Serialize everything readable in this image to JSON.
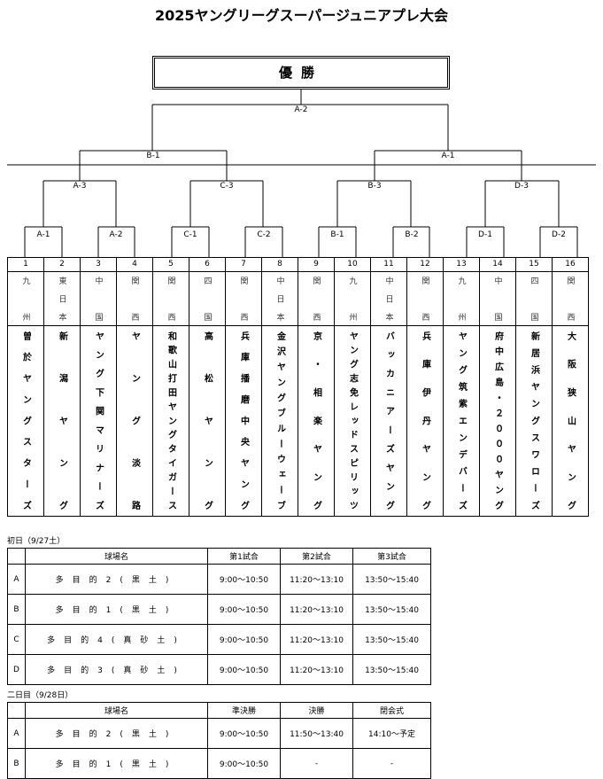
{
  "title": "2025ヤングリーグスーパージュニアプレ大会",
  "champion": "優勝",
  "bracket": {
    "final": "A-2",
    "semis": [
      "B-1",
      "A-1"
    ],
    "quarters": [
      "A-3",
      "C-3",
      "B-3",
      "D-3"
    ],
    "first_round": [
      "A-1",
      "A-2",
      "C-1",
      "C-2",
      "B-1",
      "B-2",
      "D-1",
      "D-2"
    ]
  },
  "teams": [
    {
      "no": "1",
      "region": "九州",
      "name": "曽於ヤングスターズ"
    },
    {
      "no": "2",
      "region": "東日本",
      "name": "新潟ヤング"
    },
    {
      "no": "3",
      "region": "中国",
      "name": "ヤング下関マリナーズ"
    },
    {
      "no": "4",
      "region": "関西",
      "name": "ヤング淡路"
    },
    {
      "no": "5",
      "region": "関西",
      "name": "和歌山打田ヤングタイガース"
    },
    {
      "no": "6",
      "region": "四国",
      "name": "高松ヤング"
    },
    {
      "no": "7",
      "region": "関西",
      "name": "兵庫播磨中央ヤング"
    },
    {
      "no": "8",
      "region": "中日本",
      "name": "金沢ヤングブルーウェーブ"
    },
    {
      "no": "9",
      "region": "関西",
      "name": "京・相楽ヤング"
    },
    {
      "no": "10",
      "region": "九州",
      "name": "ヤング志免レッドスピリッツ"
    },
    {
      "no": "11",
      "region": "中日本",
      "name": "バッカニアーズヤング"
    },
    {
      "no": "12",
      "region": "関西",
      "name": "兵庫伊丹ヤング"
    },
    {
      "no": "13",
      "region": "九州",
      "name": "ヤング筑紫エンデバーズ"
    },
    {
      "no": "14",
      "region": "中国",
      "name": "府中広島・２０００ヤング"
    },
    {
      "no": "15",
      "region": "四国",
      "name": "新居浜ヤングスワローズ"
    },
    {
      "no": "16",
      "region": "関西",
      "name": "大阪狭山ヤング"
    }
  ],
  "day1": {
    "label": "初日（9/27土）",
    "headers": [
      "球場名",
      "第1試合",
      "第2試合",
      "第3試合"
    ],
    "rows": [
      {
        "id": "A",
        "venue": "多目的2(黒土)",
        "c1": "9:00～10:50",
        "c2": "11:20～13:10",
        "c3": "13:50～15:40"
      },
      {
        "id": "B",
        "venue": "多目的1(黒土)",
        "c1": "9:00～10:50",
        "c2": "11:20～13:10",
        "c3": "13:50～15:40"
      },
      {
        "id": "C",
        "venue": "多目的4(真砂土)",
        "c1": "9:00～10:50",
        "c2": "11:20～13:10",
        "c3": "13:50～15:40"
      },
      {
        "id": "D",
        "venue": "多目的3(真砂土)",
        "c1": "9:00～10:50",
        "c2": "11:20～13:10",
        "c3": "13:50～15:40"
      }
    ]
  },
  "day2": {
    "label": "二日目（9/28日）",
    "headers": [
      "球場名",
      "準決勝",
      "決勝",
      "閉会式"
    ],
    "rows": [
      {
        "id": "A",
        "venue": "多目的2(黒土)",
        "c1": "9:00～10:50",
        "c2": "11:50～13:40",
        "c3": "14:10～予定"
      },
      {
        "id": "B",
        "venue": "多目的1(黒土)",
        "c1": "9:00～10:50",
        "c2": "-",
        "c3": "-"
      }
    ]
  }
}
